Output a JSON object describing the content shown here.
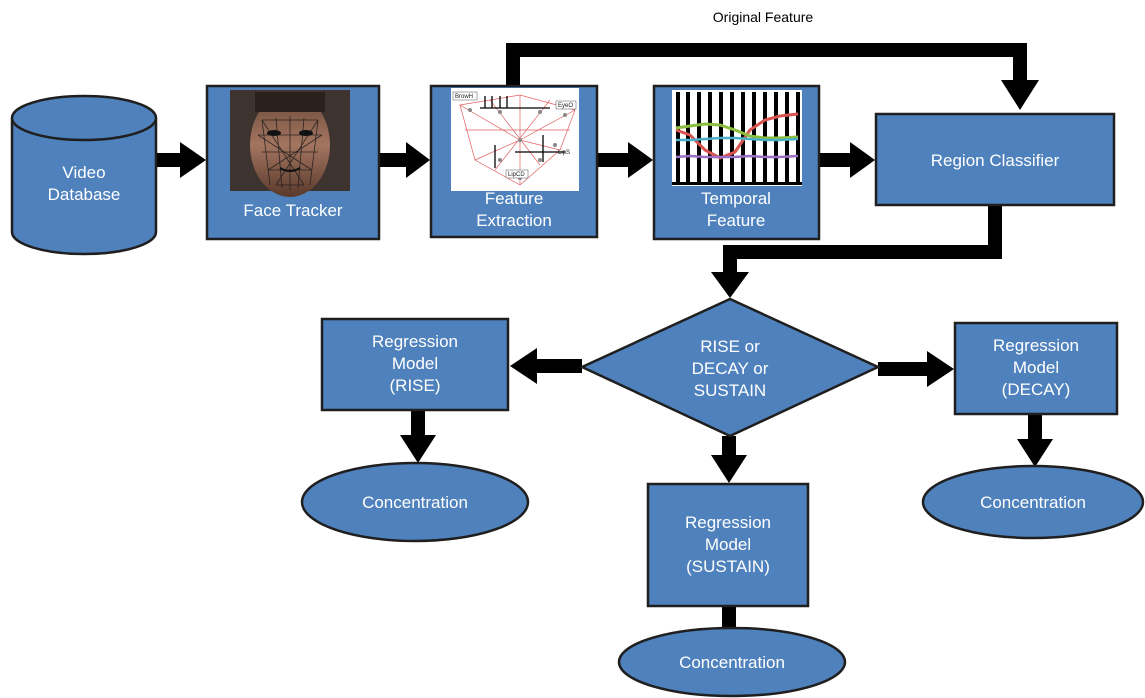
{
  "title": "",
  "edge_label": "Original Feature",
  "nodes": {
    "video_db": [
      "Video",
      "Database"
    ],
    "face_tracker": [
      "Face Tracker"
    ],
    "feature_extraction": [
      "Feature",
      "Extraction"
    ],
    "temporal_feature": [
      "Temporal",
      "Feature"
    ],
    "region_classifier": [
      "Region Classifier"
    ],
    "decision": [
      "RISE or",
      "DECAY or",
      "SUSTAIN"
    ],
    "reg_rise": [
      "Regression",
      "Model",
      "(RISE)"
    ],
    "reg_decay": [
      "Regression",
      "Model",
      "(DECAY)"
    ],
    "reg_sustain": [
      "Regression",
      "Model",
      "(SUSTAIN)"
    ],
    "conc_rise": [
      "Concentration"
    ],
    "conc_sustain": [
      "Concentration"
    ],
    "conc_decay": [
      "Concentration"
    ]
  },
  "thumbnail_labels": {
    "feature_extraction": [
      "BrowH",
      "EyeO",
      "LipS",
      "LipCD"
    ]
  },
  "colors": {
    "node_fill": "#4f81bd",
    "node_stroke": "#1f1f1f",
    "arrow": "#000000",
    "node_text": "#ffffff"
  }
}
